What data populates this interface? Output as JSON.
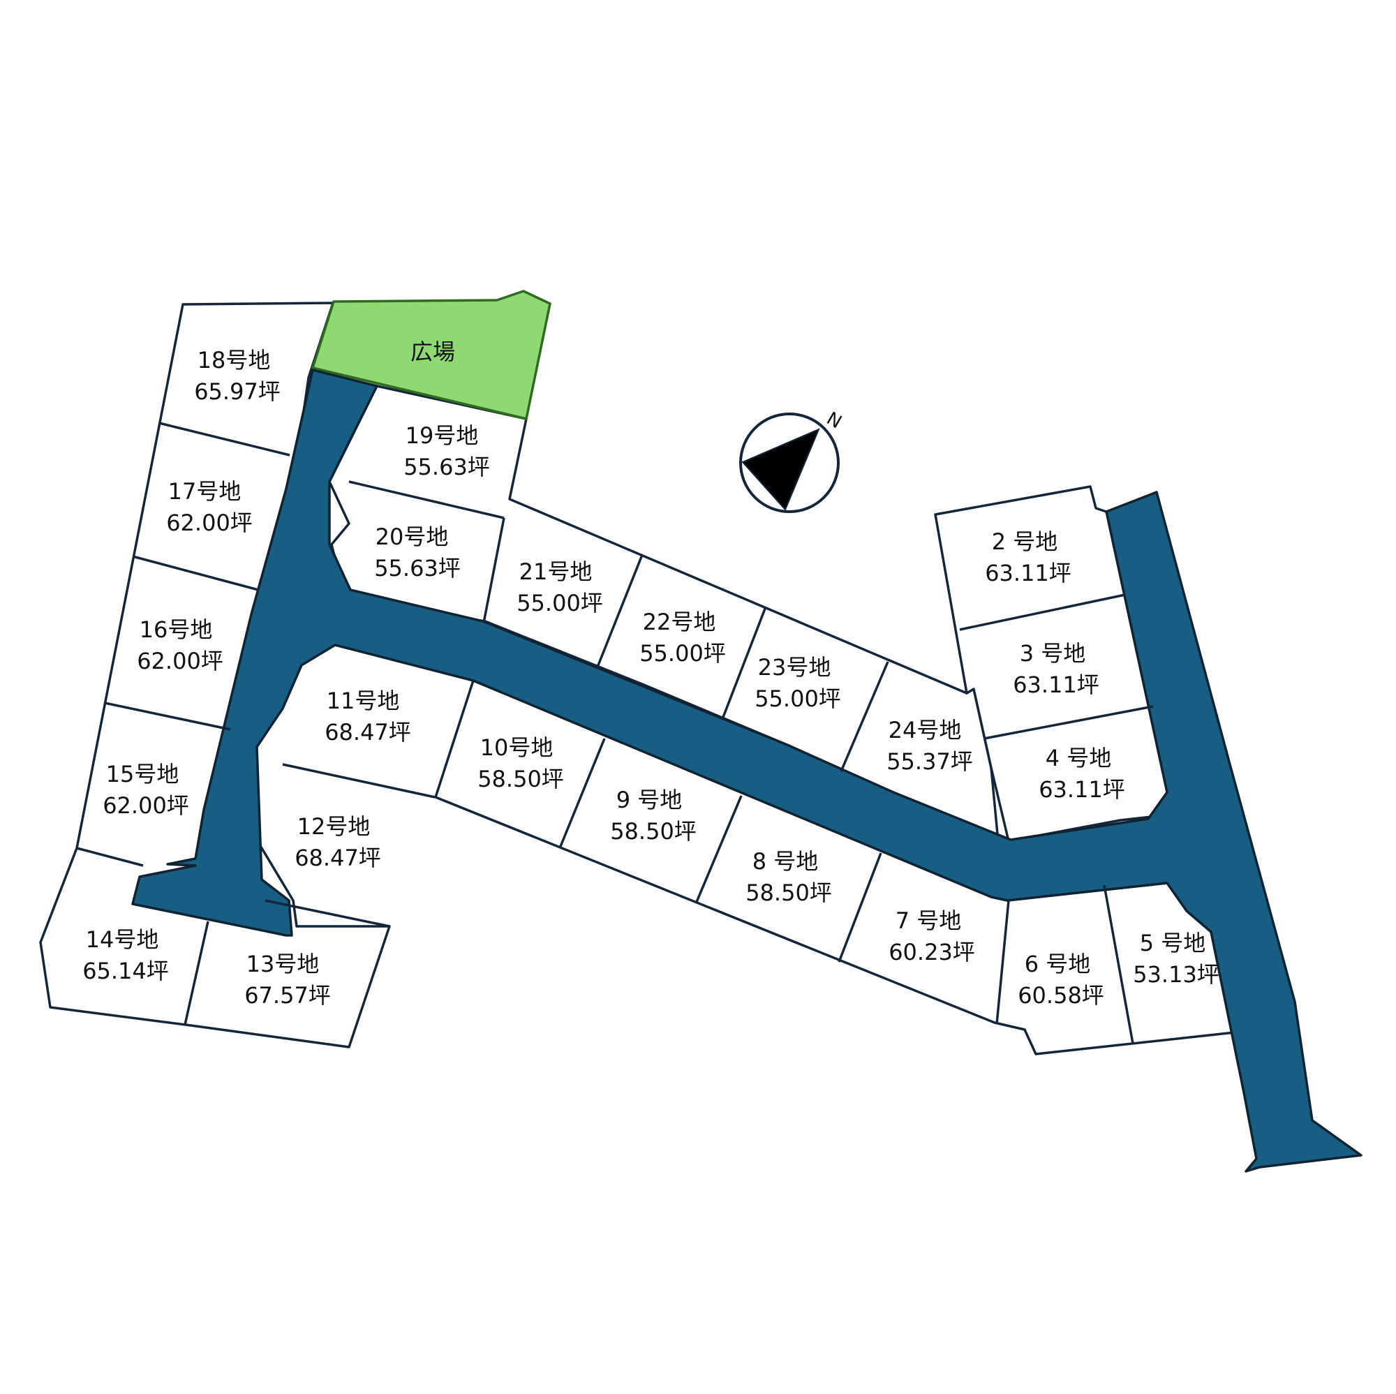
{
  "colors": {
    "road": "#185e83",
    "plaza": "#8fd975",
    "outline": "#14263a"
  },
  "compass": {
    "north_label": "N",
    "icon": "north-arrow-icon"
  },
  "plaza": {
    "label": "広場"
  },
  "lots": [
    {
      "id": "18",
      "name": "18号地",
      "area": "65.97坪"
    },
    {
      "id": "17",
      "name": "17号地",
      "area": "62.00坪"
    },
    {
      "id": "16",
      "name": "16号地",
      "area": "62.00坪"
    },
    {
      "id": "15",
      "name": "15号地",
      "area": "62.00坪"
    },
    {
      "id": "14",
      "name": "14号地",
      "area": "65.14坪"
    },
    {
      "id": "13",
      "name": "13号地",
      "area": "67.57坪"
    },
    {
      "id": "12",
      "name": "12号地",
      "area": "68.47坪"
    },
    {
      "id": "11",
      "name": "11号地",
      "area": "68.47坪"
    },
    {
      "id": "19",
      "name": "19号地",
      "area": "55.63坪"
    },
    {
      "id": "20",
      "name": "20号地",
      "area": "55.63坪"
    },
    {
      "id": "21",
      "name": "21号地",
      "area": "55.00坪"
    },
    {
      "id": "22",
      "name": "22号地",
      "area": "55.00坪"
    },
    {
      "id": "23",
      "name": "23号地",
      "area": "55.00坪"
    },
    {
      "id": "24",
      "name": "24号地",
      "area": "55.37坪"
    },
    {
      "id": "10",
      "name": "10号地",
      "area": "58.50坪"
    },
    {
      "id": "9",
      "name": "9 号地",
      "area": "58.50坪"
    },
    {
      "id": "8",
      "name": "8 号地",
      "area": "58.50坪"
    },
    {
      "id": "7",
      "name": "7 号地",
      "area": "60.23坪"
    },
    {
      "id": "6",
      "name": "6 号地",
      "area": "60.58坪"
    },
    {
      "id": "5",
      "name": "5 号地",
      "area": "53.13坪"
    },
    {
      "id": "2",
      "name": "2 号地",
      "area": "63.11坪"
    },
    {
      "id": "3",
      "name": "3 号地",
      "area": "63.11坪"
    },
    {
      "id": "4",
      "name": "4 号地",
      "area": "63.11坪"
    }
  ]
}
